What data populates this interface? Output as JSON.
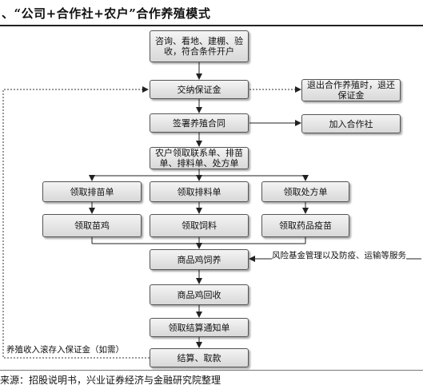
{
  "title": "、“公司+合作社+农户”合作养殖模式",
  "source": "来源：招股说明书，兴业证券经济与金融研究院整理",
  "nodes": {
    "n1": "咨询、看地、建棚、验收，符合条件开户",
    "n2": "交纳保证金",
    "n3": "签署养殖合同",
    "n4": "农户领取联系单、排苗单、排料单、处方单",
    "n5a": "领取排苗单",
    "n5b": "领取排料单",
    "n5c": "领取处方单",
    "n6a": "领取苗鸡",
    "n6b": "领取饲料",
    "n6c": "领取药品疫苗",
    "n7": "商品鸡饲养",
    "n8": "商品鸡回收",
    "n9": "领取结算通知单",
    "n10": "结算、取款",
    "exit": "退出合作养殖时，退还保证金",
    "join": "加入合作社"
  },
  "labels": {
    "risk": "风险基金管理以及防疫、运输等服务",
    "deposit": "养殖收入滚存入保证金（如需）"
  }
}
